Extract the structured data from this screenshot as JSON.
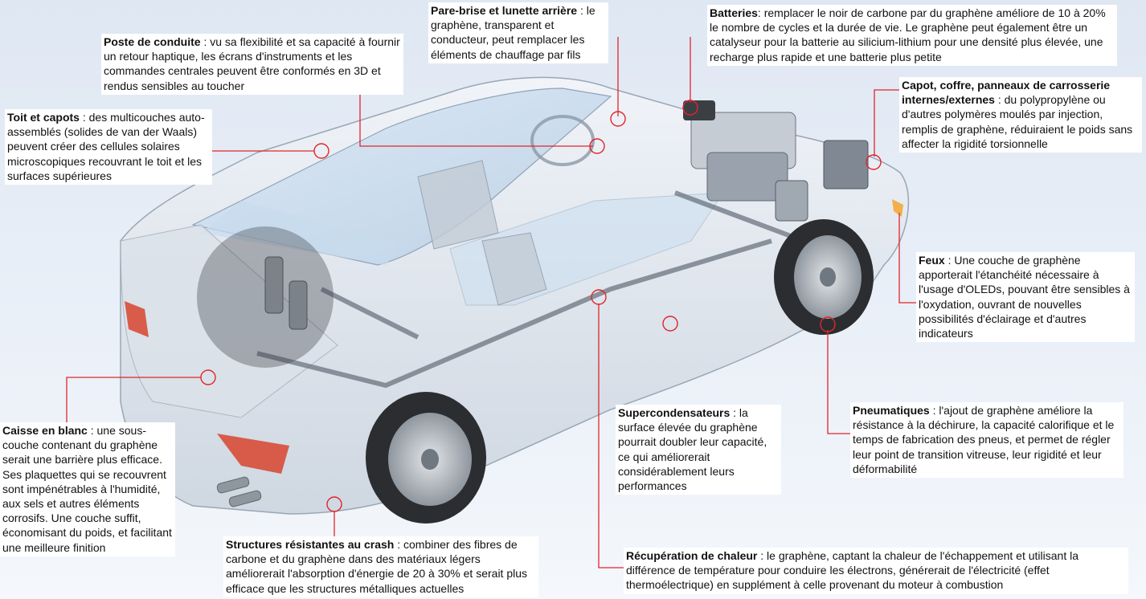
{
  "callouts": {
    "pare_brise": {
      "title": "Pare-brise et lunette arrière",
      "sep": " :",
      "body": " le graphène, transparent et conducteur, peut remplacer les éléments de chauffage par fils"
    },
    "batteries": {
      "title": "Batteries",
      "sep": ":",
      "body": " remplacer le noir de carbone par du graphène améliore de 10 à 20% le nombre de cycles et la durée de vie. Le graphène peut également être un catalyseur pour la batterie au silicium-lithium pour une densité plus élevée, une recharge plus rapide et une batterie plus petite"
    },
    "poste_conduite": {
      "title": "Poste de conduite",
      "sep": " :",
      "body": " vu sa flexibilité et sa capacité à fournir un retour haptique, les écrans d'instruments et les commandes centrales peuvent être conformés en 3D et rendus sensibles au toucher"
    },
    "capot": {
      "title": "Capot, coffre, panneaux de carrosserie internes/externes",
      "sep": " :",
      "body": " du polypropylène ou d'autres polymères moulés par injection, remplis de graphène, réduiraient le poids sans affecter la rigidité torsionnelle"
    },
    "toit": {
      "title": "Toit et capots",
      "sep": " :",
      "body": " des multicouches auto-assemblés (solides de van der Waals) peuvent créer des cellules solaires microscopiques recouvrant le toit et les surfaces supérieures"
    },
    "feux": {
      "title": "Feux",
      "sep": " :",
      "body": " Une couche de graphène apporterait l'étanchéité nécessaire à l'usage d'OLEDs, pouvant être sensibles à l'oxydation, ouvrant de nouvelles possibilités d'éclairage et d'autres indicateurs"
    },
    "caisse": {
      "title": "Caisse en blanc",
      "sep": " :",
      "body": " une sous-couche contenant du graphène serait une barrière plus efficace. Ses plaquettes qui se recouvrent sont impénétrables à l'humidité, aux sels et autres éléments corrosifs. Une couche suffit, économisant du poids, et facilitant une meilleure finition"
    },
    "supercondensateurs": {
      "title": "Supercondensateurs",
      "sep": " :",
      "body": " la surface élevée du graphène pourrait doubler leur capacité, ce qui améliorerait considérablement leurs performances"
    },
    "pneumatiques": {
      "title": "Pneumatiques",
      "sep": " :",
      "body": " l'ajout de graphène améliore la résistance à la déchirure, la capacité calorifique et le temps de fabrication des pneus, et permet de régler leur point de transition vitreuse, leur rigidité et leur déformabilité"
    },
    "structures": {
      "title": "Structures résistantes au crash",
      "sep": " :",
      "body": " combiner des fibres de carbone et du graphène dans des matériaux légers améliorerait l'absorption d'énergie de 20 à 30% et serait plus efficace  que les structures métalliques actuelles"
    },
    "recuperation": {
      "title": "Récupération de chaleur",
      "sep": " :",
      "body": " le graphène, captant la chaleur de l'échappement et utilisant la différence de température pour conduire les électrons, générerait de l'électricité (effet thermoélectrique) en supplément à celle provenant du moteur à combustion"
    }
  },
  "colors": {
    "leader": "#e0262b",
    "body_glass": "#cfd8e4",
    "tire": "#2b2d30",
    "rim": "#b9bfc6",
    "accent_red": "#d8442f"
  }
}
